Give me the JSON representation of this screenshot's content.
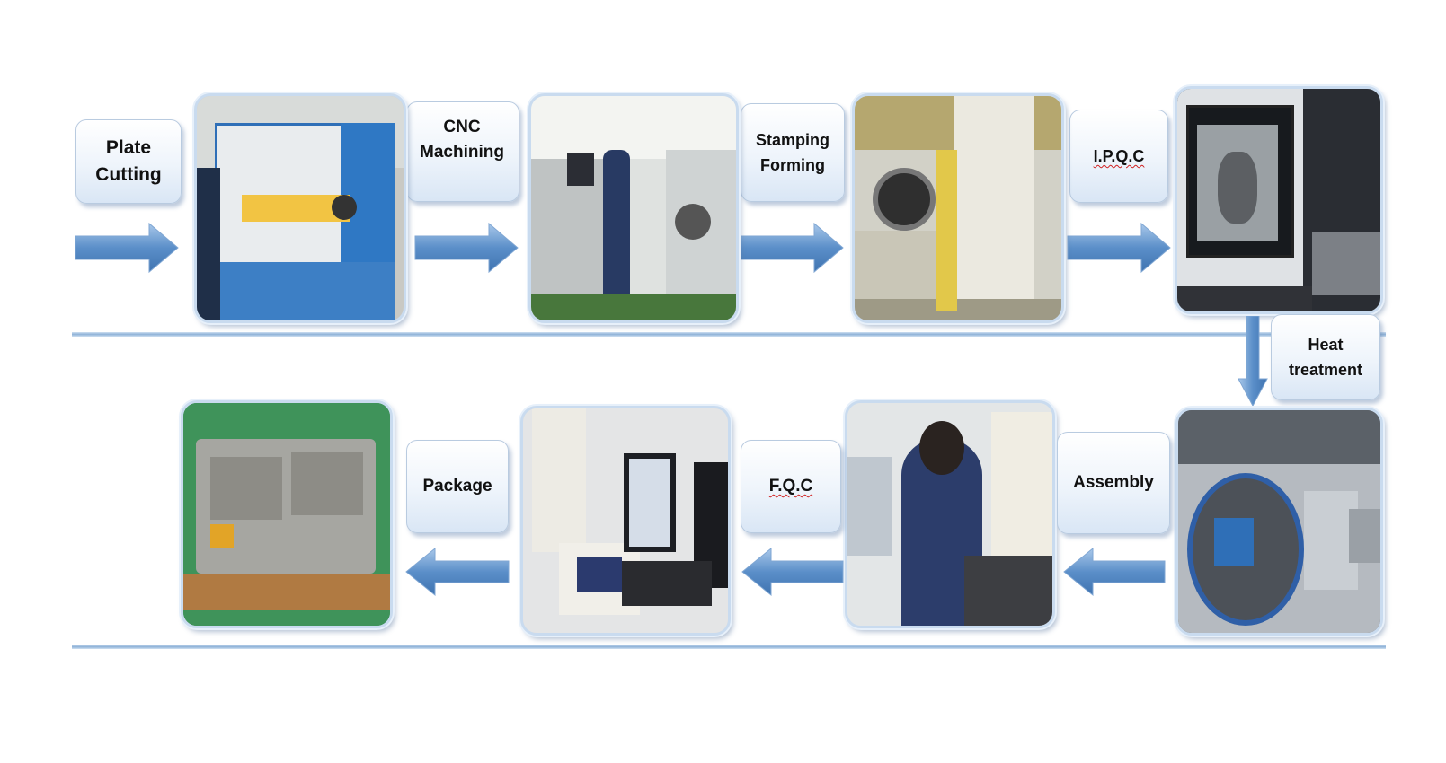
{
  "steps": {
    "plate_cutting": "Plate\nCutting",
    "cnc_machining": "CNC\nMachining",
    "stamping_forming": "Stamping\nForming",
    "ipqc": "I.P.Q.C",
    "heat_treatment": "Heat\ntreatment",
    "assembly": "Assembly",
    "fqc": "F.Q.C",
    "package": "Package"
  },
  "colors": {
    "arrow_fill": "#5b8fc9",
    "arrow_light": "#a9c8ea",
    "label_bg": "#e8f0fa",
    "divider": "#8db2d8"
  },
  "icons": {
    "flow_arrow": "arrow-right-icon",
    "flow_arrow_left": "arrow-left-icon",
    "flow_arrow_down": "arrow-down-icon"
  }
}
